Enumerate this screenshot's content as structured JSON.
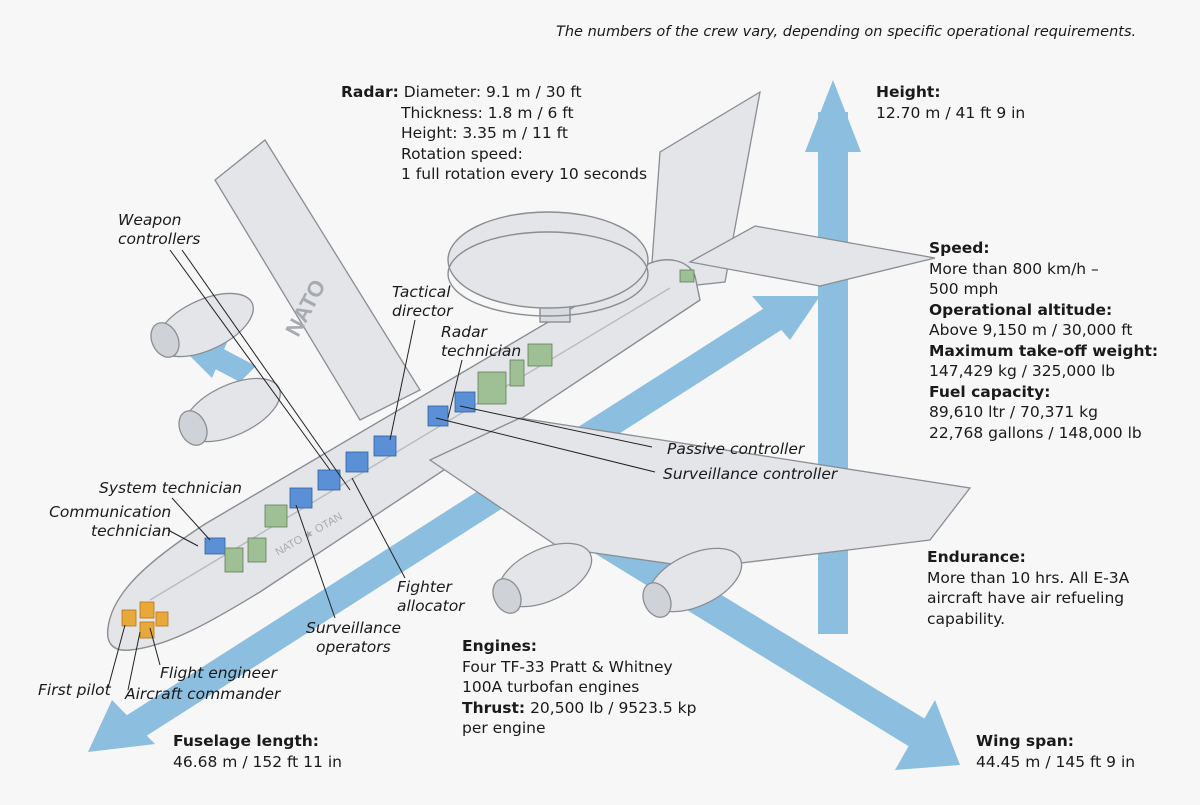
{
  "note": "The numbers of the crew vary, depending on specific operational requirements.",
  "colors": {
    "arrow": "#8cbedf",
    "fuselage": "#e3e5e8",
    "outline": "#8a8d92",
    "crew_console": "#5b8fd6",
    "crew_flight": "#e9a83a",
    "equipment": "#9fbf95"
  },
  "aircraft": {
    "wing_marking": "NATO",
    "fuselage_marking": "NATO ★ OTAN"
  },
  "radar": {
    "heading": "Radar:",
    "lines": [
      "Diameter: 9.1 m / 30 ft",
      "Thickness: 1.8 m / 6 ft",
      "Height: 3.35 m / 11 ft",
      "Rotation speed:",
      "1 full rotation every 10 seconds"
    ]
  },
  "height": {
    "heading": "Height:",
    "value": "12.70 m / 41 ft 9 in"
  },
  "specs": {
    "speed_heading": "Speed:",
    "speed_lines": [
      "More than 800 km/h –",
      "500 mph"
    ],
    "altitude_heading": "Operational altitude:",
    "altitude_value": "Above 9,150 m / 30,000 ft",
    "weight_heading": "Maximum take-off weight:",
    "weight_value": "147,429 kg / 325,000 lb",
    "fuel_heading": "Fuel capacity:",
    "fuel_lines": [
      "89,610 ltr / 70,371 kg",
      "22,768 gallons / 148,000 lb"
    ]
  },
  "endurance": {
    "heading": "Endurance:",
    "lines": [
      "More than 10 hrs. All E-3A",
      "aircraft have air refueling",
      "capability."
    ]
  },
  "engines": {
    "heading": "Engines:",
    "lines": [
      "Four TF-33 Pratt & Whitney",
      "100A turbofan engines"
    ],
    "thrust_heading": "Thrust:",
    "thrust_value": "20,500 lb / 9523.5 kp",
    "thrust_tail": "per engine"
  },
  "fuselage_length": {
    "heading": "Fuselage length:",
    "value": "46.68 m / 152 ft 11 in"
  },
  "wing_span": {
    "heading": "Wing span:",
    "value": "44.45 m / 145 ft 9 in"
  },
  "crew": {
    "weapon_controllers": [
      "Weapon",
      "controllers"
    ],
    "tactical_director": [
      "Tactical",
      "director"
    ],
    "radar_technician": [
      "Radar",
      "technician"
    ],
    "passive_controller": "Passive controller",
    "surveillance_controller": "Surveillance controller",
    "system_technician": "System technician",
    "communication_technician": [
      "Communication",
      "technician"
    ],
    "fighter_allocator": [
      "Fighter",
      "allocator"
    ],
    "surveillance_operators": [
      "Surveillance",
      "operators"
    ],
    "flight_engineer": "Flight engineer",
    "first_pilot": "First pilot",
    "aircraft_commander": "Aircraft commander"
  }
}
